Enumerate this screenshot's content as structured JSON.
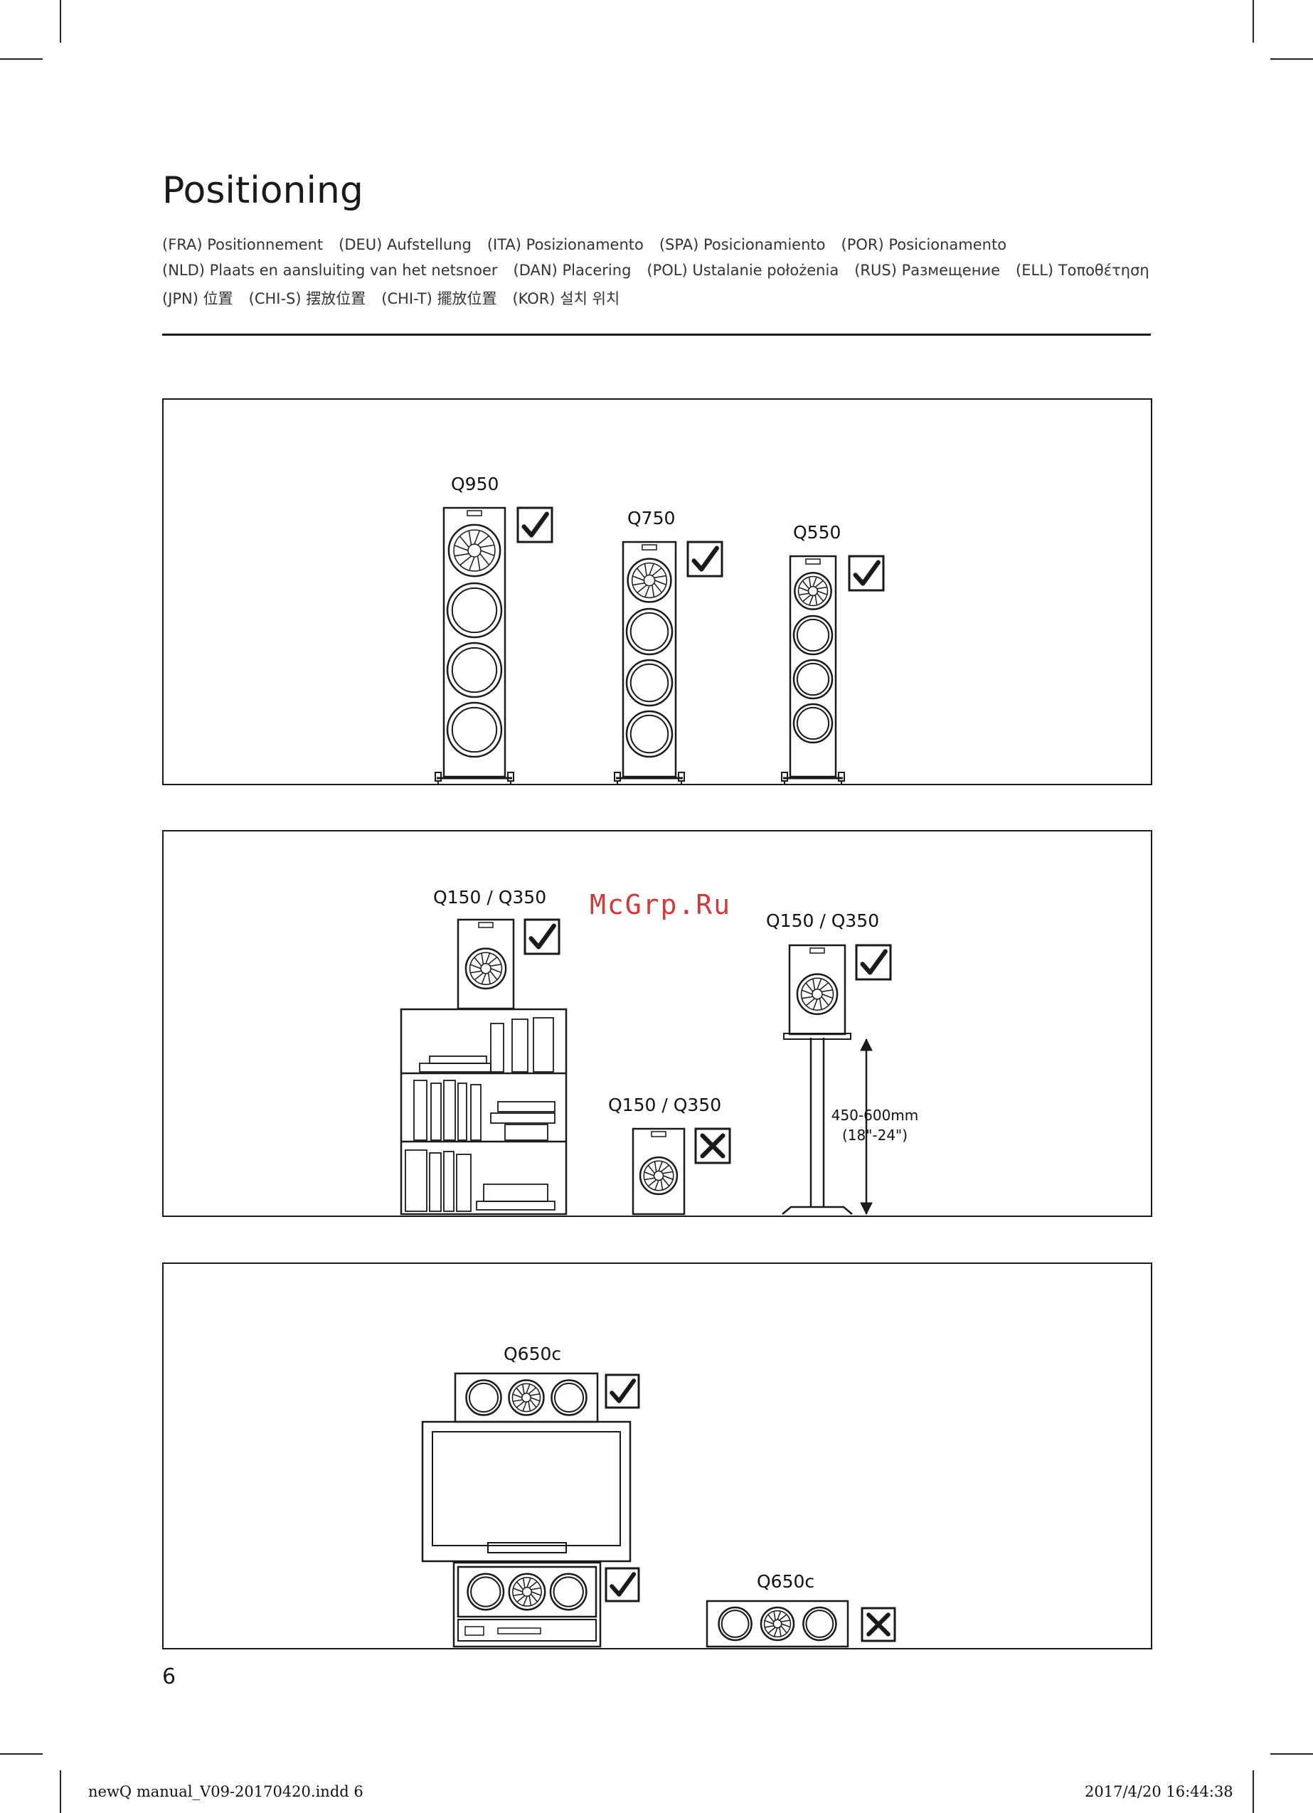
{
  "page": {
    "title": "Positioning",
    "translations": [
      [
        {
          "code": "(FRA)",
          "text": "Positionnement"
        },
        {
          "code": "(DEU)",
          "text": "Aufstellung"
        },
        {
          "code": "(ITA)",
          "text": "Posizionamento"
        },
        {
          "code": "(SPA)",
          "text": "Posicionamiento"
        },
        {
          "code": "(POR)",
          "text": "Posicionamento"
        }
      ],
      [
        {
          "code": "(NLD)",
          "text": "Plaats en aansluiting van het netsnoer"
        },
        {
          "code": "(DAN)",
          "text": "Placering"
        },
        {
          "code": "(POL)",
          "text": "Ustalanie położenia"
        },
        {
          "code": "(RUS)",
          "text": "Размещение"
        },
        {
          "code": "(ELL)",
          "text": "Τοποθέτηση"
        }
      ],
      [
        {
          "code": "(JPN)",
          "text": "位置"
        },
        {
          "code": "(CHI-S)",
          "text": "摆放位置"
        },
        {
          "code": "(CHI-T)",
          "text": "擺放位置"
        },
        {
          "code": "(KOR)",
          "text": "설치 위치"
        }
      ]
    ],
    "page_number": "6",
    "footer_file": "newQ manual_V09-20170420.indd   6",
    "footer_timestamp": "2017/4/20   16:44:38",
    "watermark": "McGrp.Ru"
  },
  "panel1": {
    "labels": [
      "Q950",
      "Q750",
      "Q550"
    ]
  },
  "panel2": {
    "label_shelf": "Q150 / Q350",
    "label_stand": "Q150 / Q350",
    "label_floor": "Q150 / Q350",
    "dimension_mm": "450-600mm",
    "dimension_in": "(18\"-24\")"
  },
  "panel3": {
    "label_top": "Q650c",
    "label_floor": "Q650c"
  },
  "colors": {
    "ink": "#1a1a1a",
    "watermark": "#d23a3a"
  }
}
